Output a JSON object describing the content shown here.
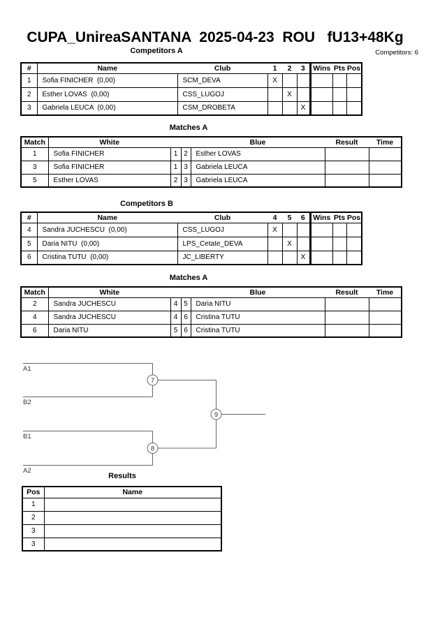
{
  "page": {
    "title": "CUPA_UnireaSANTANA  2025-04-23  ROU   fU13+48Kg",
    "competitors_count": "Competitors: 6"
  },
  "competitors_a": {
    "title": "Competitors A",
    "headers": {
      "num": "#",
      "name": "Name",
      "club": "Club",
      "c1": "1",
      "c2": "2",
      "c3": "3",
      "wins": "Wins",
      "pts": "Pts",
      "pos": "Pos"
    },
    "rows": [
      {
        "num": "1",
        "name": "Sofia FINICHER  (0,00)",
        "club": "SCM_DEVA",
        "marks": [
          "X",
          "",
          ""
        ],
        "wins": "",
        "pts": "",
        "pos": ""
      },
      {
        "num": "2",
        "name": "Esther LOVAS  (0,00)",
        "club": "CSS_LUGOJ",
        "marks": [
          "",
          "X",
          ""
        ],
        "wins": "",
        "pts": "",
        "pos": ""
      },
      {
        "num": "3",
        "name": "Gabriela LEUCA  (0,00)",
        "club": "CSM_DROBETA",
        "marks": [
          "",
          "",
          "X"
        ],
        "wins": "",
        "pts": "",
        "pos": ""
      }
    ]
  },
  "matches_a": {
    "title": "Matches A",
    "headers": {
      "match": "Match",
      "white": "White",
      "blue": "Blue",
      "result": "Result",
      "time": "Time"
    },
    "rows": [
      {
        "match": "1",
        "white": "Sofia FINICHER",
        "white_num": "1",
        "blue_num": "2",
        "blue": "Esther LOVAS",
        "result": "",
        "time": ""
      },
      {
        "match": "3",
        "white": "Sofia FINICHER",
        "white_num": "1",
        "blue_num": "3",
        "blue": "Gabriela LEUCA",
        "result": "",
        "time": ""
      },
      {
        "match": "5",
        "white": "Esther LOVAS",
        "white_num": "2",
        "blue_num": "3",
        "blue": "Gabriela LEUCA",
        "result": "",
        "time": ""
      }
    ]
  },
  "competitors_b": {
    "title": "Competitors B",
    "headers": {
      "num": "#",
      "name": "Name",
      "club": "Club",
      "c1": "4",
      "c2": "5",
      "c3": "6",
      "wins": "Wins",
      "pts": "Pts",
      "pos": "Pos"
    },
    "rows": [
      {
        "num": "4",
        "name": "Sandra JUCHESCU  (0,00)",
        "club": "CSS_LUGOJ",
        "marks": [
          "X",
          "",
          ""
        ],
        "wins": "",
        "pts": "",
        "pos": ""
      },
      {
        "num": "5",
        "name": "Daria NITU  (0,00)",
        "club": "LPS_Cetate_DEVA",
        "marks": [
          "",
          "X",
          ""
        ],
        "wins": "",
        "pts": "",
        "pos": ""
      },
      {
        "num": "6",
        "name": "Cristina TUTU  (0,00)",
        "club": "JC_LIBERTY",
        "marks": [
          "",
          "",
          "X"
        ],
        "wins": "",
        "pts": "",
        "pos": ""
      }
    ]
  },
  "matches_b": {
    "title": "Matches A",
    "headers": {
      "match": "Match",
      "white": "White",
      "blue": "Blue",
      "result": "Result",
      "time": "Time"
    },
    "rows": [
      {
        "match": "2",
        "white": "Sandra JUCHESCU",
        "white_num": "4",
        "blue_num": "5",
        "blue": "Daria NITU",
        "result": "",
        "time": ""
      },
      {
        "match": "4",
        "white": "Sandra JUCHESCU",
        "white_num": "4",
        "blue_num": "6",
        "blue": "Cristina TUTU",
        "result": "",
        "time": ""
      },
      {
        "match": "6",
        "white": "Daria NITU",
        "white_num": "5",
        "blue_num": "6",
        "blue": "Cristina TUTU",
        "result": "",
        "time": ""
      }
    ]
  },
  "bracket": {
    "slots": [
      "A1",
      "B2",
      "B1",
      "A2"
    ],
    "nodes": [
      "7",
      "8",
      "9"
    ],
    "line_color": "#666666"
  },
  "results": {
    "title": "Results",
    "headers": {
      "pos": "Pos",
      "name": "Name"
    },
    "rows": [
      {
        "pos": "1",
        "name": ""
      },
      {
        "pos": "2",
        "name": ""
      },
      {
        "pos": "3",
        "name": ""
      },
      {
        "pos": "3",
        "name": ""
      }
    ]
  }
}
